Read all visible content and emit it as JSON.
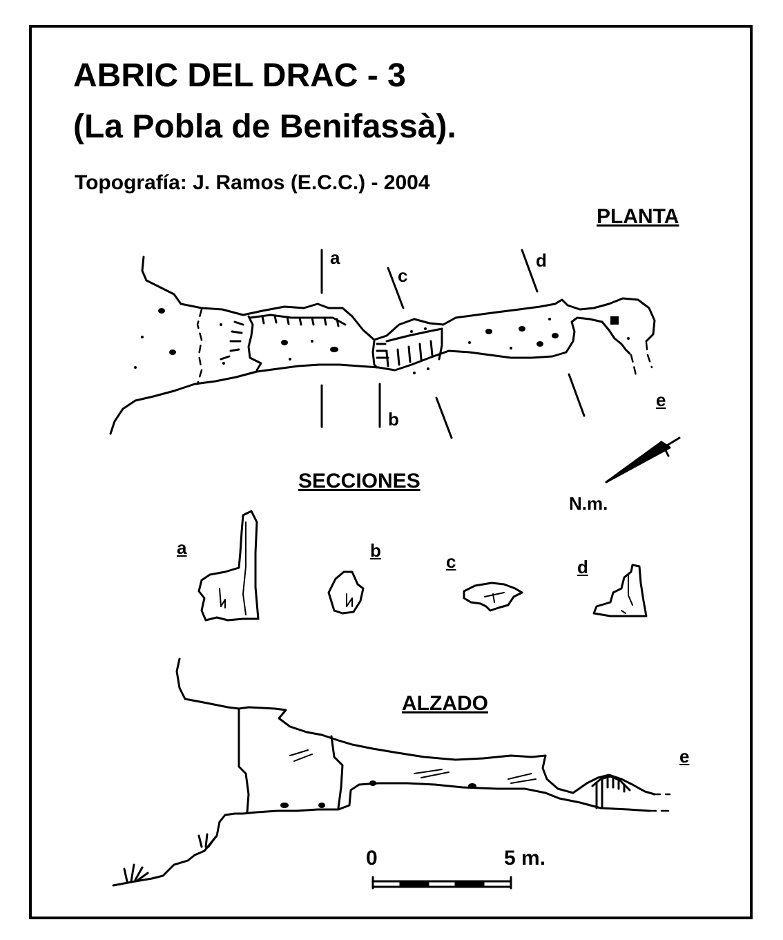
{
  "title": {
    "line1": "ABRIC  DEL  DRAC - 3",
    "line2": "(La Pobla de Benifassà)."
  },
  "credit": "Topografía:  J. Ramos  (E.C.C.)   -   2004",
  "headings": {
    "planta": "PLANTA",
    "secciones": "SECCIONES",
    "alzado": "ALZADO"
  },
  "plan_labels": {
    "a": "a",
    "b": "b",
    "c": "c",
    "d": "d",
    "e": "e"
  },
  "section_labels": {
    "a": "a",
    "b": "b",
    "c": "c",
    "d": "d"
  },
  "elevation_labels": {
    "e": "e"
  },
  "north": {
    "label": "N.m.",
    "icon": "north-arrow-icon"
  },
  "scale": {
    "start": "0",
    "end": "5 m."
  }
}
